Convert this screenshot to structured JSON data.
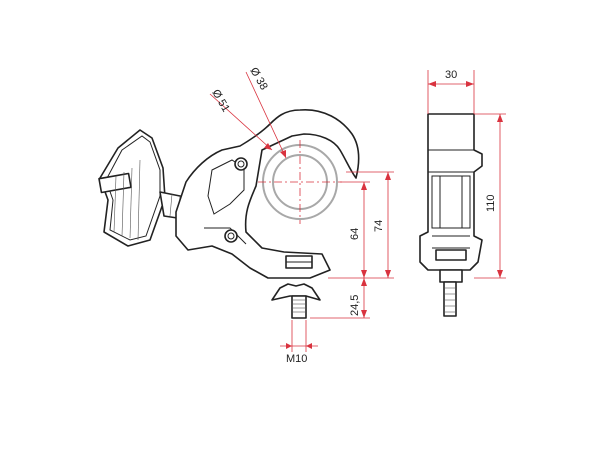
{
  "drawing": {
    "labels": {
      "dia_outer": "Ø 51",
      "dia_inner": "Ø 38",
      "dim_64": "64",
      "dim_74": "74",
      "dim_24_5": "24,5",
      "thread": "M10",
      "width_30": "30",
      "height_110": "110"
    },
    "colors": {
      "dimension_lines": "#d9333f",
      "outline": "#222222",
      "tube": "#a8a8a8",
      "background": "#ffffff"
    }
  }
}
